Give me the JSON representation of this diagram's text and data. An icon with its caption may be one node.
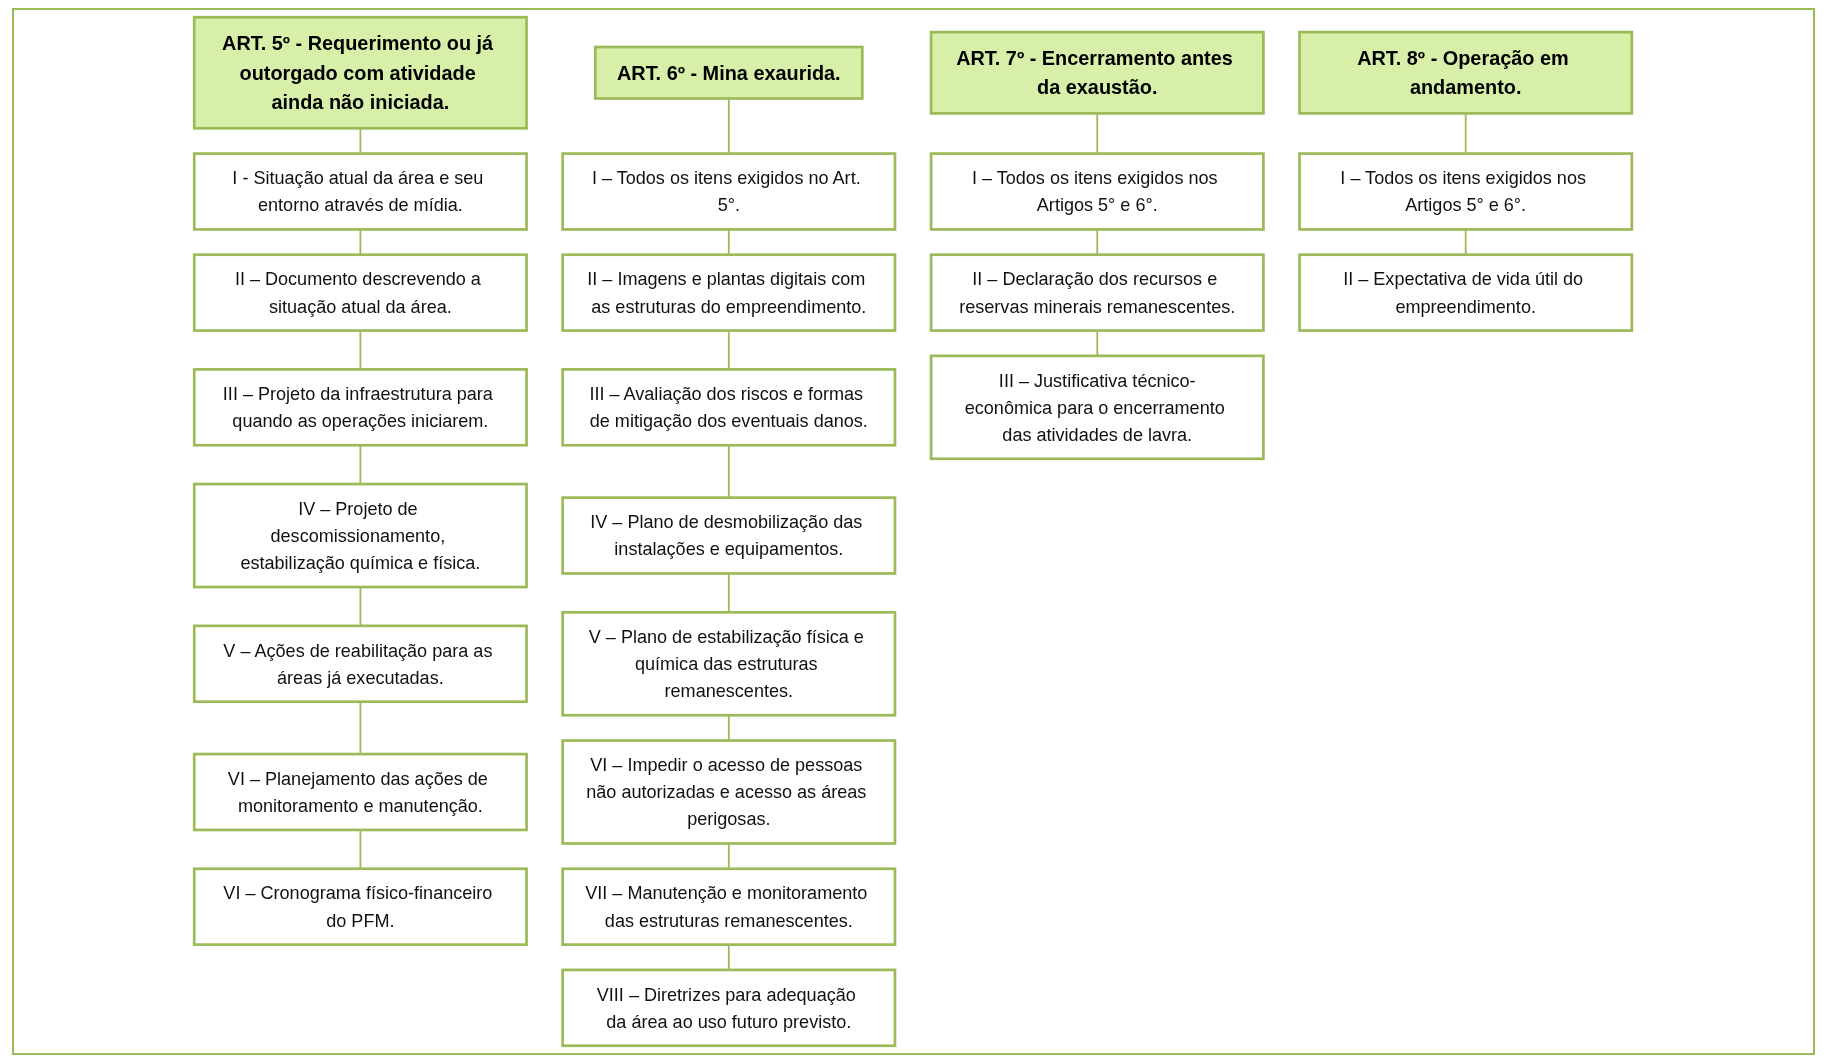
{
  "diagram": {
    "nodes": [
      {
        "text": [
          "ART. 5º - Requerimento ou já outorgado com atividade ainda não iniciada."
        ]
      },
      {
        "text": [
          "I - Situação atual da área e seu entorno através de mídia."
        ]
      },
      {
        "text": [
          "II – Documento descrevendo a situação atual da área."
        ]
      },
      {
        "text": [
          "III – Projeto da infraestrutura para quando as operações iniciarem."
        ]
      },
      {
        "text": [
          "IV – Projeto de descomissionamento, estabilização química e física."
        ]
      },
      {
        "text": [
          "V – Ações de reabilitação para as áreas já executadas."
        ]
      },
      {
        "text": [
          "VI – Planejamento das ações de monitoramento e manutenção."
        ]
      },
      {
        "text": [
          "VI – Cronograma físico-financeiro do PFM."
        ]
      },
      {
        "text": [
          "ART. 6º - Mina exaurida."
        ]
      },
      {
        "text": [
          "I – Todos os itens exigidos no Art. 5°."
        ]
      },
      {
        "text": [
          "II – Imagens e plantas digitais com as estruturas do empreendimento."
        ]
      },
      {
        "text": [
          "III – Avaliação dos riscos e formas de mitigação dos eventuais danos."
        ]
      },
      {
        "text": [
          "IV – Plano de desmobilização das instalações e equipamentos."
        ]
      },
      {
        "text": [
          "V – Plano de estabilização física e química das estruturas remanescentes."
        ]
      },
      {
        "text": [
          "VI – Impedir o acesso de pessoas não autorizadas e acesso as áreas perigosas."
        ]
      },
      {
        "text": [
          "VII – Manutenção e monitoramento das estruturas remanescentes."
        ]
      },
      {
        "text": [
          "VIII – Diretrizes para adequação da área ao uso futuro previsto."
        ]
      },
      {
        "text": [
          "ART. 7º - Encerramento antes da exaustão."
        ]
      },
      {
        "text": [
          "I – Todos os itens exigidos nos Artigos 5° e 6°."
        ]
      },
      {
        "text": [
          "II – Declaração dos recursos e reservas minerais remanescentes."
        ]
      },
      {
        "text": [
          "III – Justificativa técnico-econômica para o encerramento das atividades de lavra."
        ]
      },
      {
        "text": [
          "ART. 8º - Operação em andamento."
        ]
      },
      {
        "text": [
          "I – Todos os itens exigidos nos Artigos 5° e 6°."
        ]
      },
      {
        "text": [
          "II – Expectativa de vida útil do empreendimento."
        ]
      }
    ],
    "edges": [
      {
        "from": 0,
        "to": 1,
        "arrow": "none"
      },
      {
        "from": 1,
        "to": 2,
        "arrow": "none"
      },
      {
        "from": 2,
        "to": 3,
        "arrow": "none"
      },
      {
        "from": 3,
        "to": 4,
        "arrow": "none"
      },
      {
        "from": 4,
        "to": 5,
        "arrow": "none"
      },
      {
        "from": 5,
        "to": 6,
        "arrow": "none"
      },
      {
        "from": 6,
        "to": 7,
        "arrow": "none"
      },
      {
        "from": 8,
        "to": 9,
        "arrow": "none"
      },
      {
        "from": 9,
        "to": 10,
        "arrow": "none"
      },
      {
        "from": 10,
        "to": 11,
        "arrow": "none"
      },
      {
        "from": 11,
        "to": 12,
        "arrow": "none"
      },
      {
        "from": 12,
        "to": 13,
        "arrow": "none"
      },
      {
        "from": 13,
        "to": 14,
        "arrow": "none"
      },
      {
        "from": 14,
        "to": 15,
        "arrow": "none"
      },
      {
        "from": 15,
        "to": 16,
        "arrow": "none"
      },
      {
        "from": 17,
        "to": 18,
        "arrow": "none"
      },
      {
        "from": 18,
        "to": 19,
        "arrow": "none"
      },
      {
        "from": 19,
        "to": 20,
        "arrow": "none"
      },
      {
        "from": 21,
        "to": 22,
        "arrow": "none"
      },
      {
        "from": 22,
        "to": 23,
        "arrow": "none"
      }
    ]
  }
}
